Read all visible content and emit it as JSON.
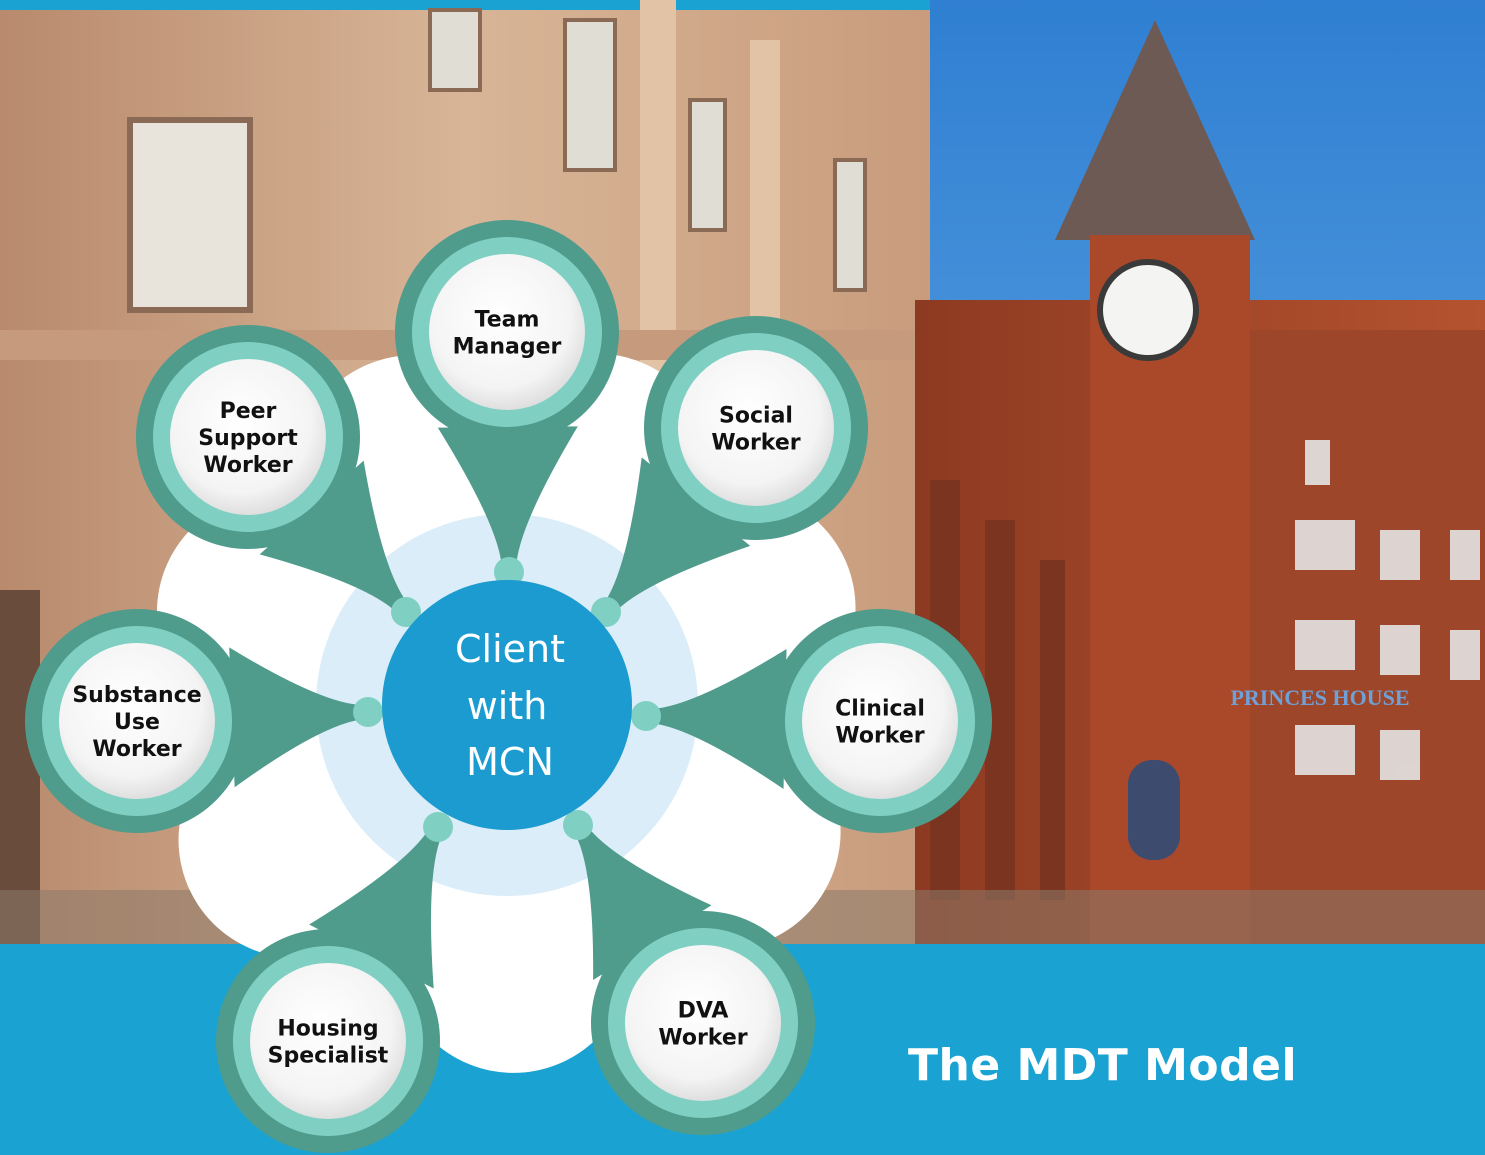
{
  "title": "The MDT Model",
  "center": {
    "lines": [
      "Client",
      "with",
      "MCN"
    ]
  },
  "roles": [
    {
      "lines": [
        "Team",
        "Manager"
      ]
    },
    {
      "lines": [
        "Social",
        "Worker"
      ]
    },
    {
      "lines": [
        "Clinical",
        "Worker"
      ]
    },
    {
      "lines": [
        "DVA",
        "Worker"
      ]
    },
    {
      "lines": [
        "Housing",
        "Specialist"
      ]
    },
    {
      "lines": [
        "Substance",
        "Use",
        "Worker"
      ]
    },
    {
      "lines": [
        "Peer",
        "Support",
        "Worker"
      ]
    }
  ],
  "background_photo": {
    "sign_text": "PRINCES HOUSE"
  },
  "colors": {
    "banner": "#1aa3d2",
    "ring_dark": "#4f9b8c",
    "ring_light": "#7fd0c2",
    "center": "#1b9bcf",
    "center_halo": "#dcedfa",
    "sky": "#3d8ed8",
    "brick": "#a8482c"
  }
}
